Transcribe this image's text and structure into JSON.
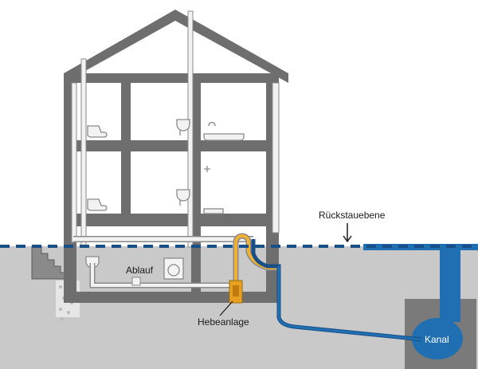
{
  "labels": {
    "backflow_level": "Rückstauebene",
    "drain": "Ablauf",
    "lifting_station": "Hebeanlage",
    "sewer": "Kanal"
  },
  "colors": {
    "wall": "#6e6e6e",
    "ground": "#c9c9c9",
    "water": "#1f6fb2",
    "water_dark": "#174f86",
    "pipe_fill": "#f2f2f2",
    "pipe_stroke": "#8a8a8a",
    "pump": "#e8a020",
    "gravel": "#e0e0e0"
  }
}
